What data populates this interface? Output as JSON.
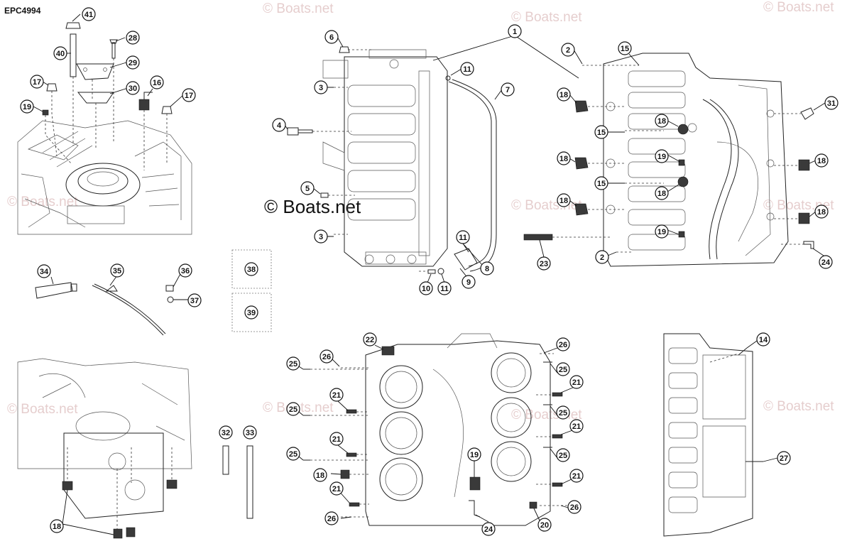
{
  "diagram": {
    "code": "EPC4994",
    "watermark": "© Boats.net",
    "watermark_center": "© Boats.net",
    "callouts": [
      {
        "id": "c41a",
        "label": "41"
      },
      {
        "id": "c28",
        "label": "28"
      },
      {
        "id": "c40",
        "label": "40"
      },
      {
        "id": "c29",
        "label": "29"
      },
      {
        "id": "c17a",
        "label": "17"
      },
      {
        "id": "c30",
        "label": "30"
      },
      {
        "id": "c16",
        "label": "16"
      },
      {
        "id": "c17b",
        "label": "17"
      },
      {
        "id": "c19a",
        "label": "19"
      },
      {
        "id": "c6",
        "label": "6"
      },
      {
        "id": "c1",
        "label": "1"
      },
      {
        "id": "c11a",
        "label": "11"
      },
      {
        "id": "c3a",
        "label": "3"
      },
      {
        "id": "c7",
        "label": "7"
      },
      {
        "id": "c4",
        "label": "4"
      },
      {
        "id": "c5",
        "label": "5"
      },
      {
        "id": "c3b",
        "label": "3"
      },
      {
        "id": "c11b",
        "label": "11"
      },
      {
        "id": "c8",
        "label": "8"
      },
      {
        "id": "c9",
        "label": "9"
      },
      {
        "id": "c10",
        "label": "10"
      },
      {
        "id": "c11c",
        "label": "11"
      },
      {
        "id": "c2a",
        "label": "2"
      },
      {
        "id": "c15a",
        "label": "15"
      },
      {
        "id": "c18a",
        "label": "18"
      },
      {
        "id": "c18b",
        "label": "18"
      },
      {
        "id": "c15b",
        "label": "15"
      },
      {
        "id": "c31",
        "label": "31"
      },
      {
        "id": "c18c",
        "label": "18"
      },
      {
        "id": "c19b",
        "label": "19"
      },
      {
        "id": "c18d",
        "label": "18"
      },
      {
        "id": "c18e",
        "label": "18"
      },
      {
        "id": "c15c",
        "label": "15"
      },
      {
        "id": "c18f",
        "label": "18"
      },
      {
        "id": "c18g",
        "label": "18"
      },
      {
        "id": "c18h",
        "label": "18"
      },
      {
        "id": "c19c",
        "label": "19"
      },
      {
        "id": "c23",
        "label": "23"
      },
      {
        "id": "c2b",
        "label": "2"
      },
      {
        "id": "c24a",
        "label": "24"
      },
      {
        "id": "c34",
        "label": "34"
      },
      {
        "id": "c35",
        "label": "35"
      },
      {
        "id": "c36",
        "label": "36"
      },
      {
        "id": "c37",
        "label": "37"
      },
      {
        "id": "c38",
        "label": "38"
      },
      {
        "id": "c39",
        "label": "39"
      },
      {
        "id": "c22",
        "label": "22"
      },
      {
        "id": "c26a",
        "label": "26"
      },
      {
        "id": "c26b",
        "label": "26"
      },
      {
        "id": "c25a",
        "label": "25"
      },
      {
        "id": "c25b",
        "label": "25"
      },
      {
        "id": "c21a",
        "label": "21"
      },
      {
        "id": "c21b",
        "label": "21"
      },
      {
        "id": "c25c",
        "label": "25"
      },
      {
        "id": "c25d",
        "label": "25"
      },
      {
        "id": "c21c",
        "label": "21"
      },
      {
        "id": "c21d",
        "label": "21"
      },
      {
        "id": "c25e",
        "label": "25"
      },
      {
        "id": "c25f",
        "label": "25"
      },
      {
        "id": "c18i",
        "label": "18"
      },
      {
        "id": "c19d",
        "label": "19"
      },
      {
        "id": "c21e",
        "label": "21"
      },
      {
        "id": "c21f",
        "label": "21"
      },
      {
        "id": "c26c",
        "label": "26"
      },
      {
        "id": "c26d",
        "label": "26"
      },
      {
        "id": "c24b",
        "label": "24"
      },
      {
        "id": "c20",
        "label": "20"
      },
      {
        "id": "c14",
        "label": "14"
      },
      {
        "id": "c27",
        "label": "27"
      },
      {
        "id": "c32",
        "label": "32"
      },
      {
        "id": "c33",
        "label": "33"
      },
      {
        "id": "c18j",
        "label": "18"
      }
    ]
  }
}
